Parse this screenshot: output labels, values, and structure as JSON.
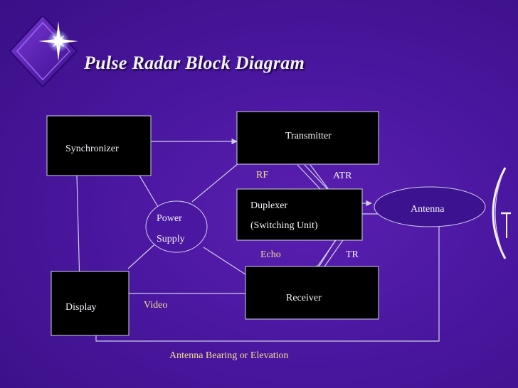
{
  "title": "Pulse Radar Block Diagram",
  "blocks": {
    "synchronizer": "Synchronizer",
    "transmitter": "Transmitter",
    "duplexer_line1": "Duplexer",
    "duplexer_line2": "(Switching Unit)",
    "power_line1": "Power",
    "power_line2": "Supply",
    "antenna": "Antenna",
    "receiver": "Receiver",
    "display": "Display"
  },
  "signal_labels": {
    "rf": "RF",
    "atr": "ATR",
    "echo": "Echo",
    "tr": "TR",
    "video": "Video",
    "bearing": "Antenna Bearing or Elevation"
  },
  "colors": {
    "background": "#4a17a0",
    "block_fill": "#000000",
    "block_text": "#f2f2f8",
    "label_text": "#f2e08a",
    "title_text": "#f2f2f8"
  },
  "icons": {
    "logo": "sparkle-diamond-icon",
    "antenna_dish": "parabolic-dish-icon"
  }
}
